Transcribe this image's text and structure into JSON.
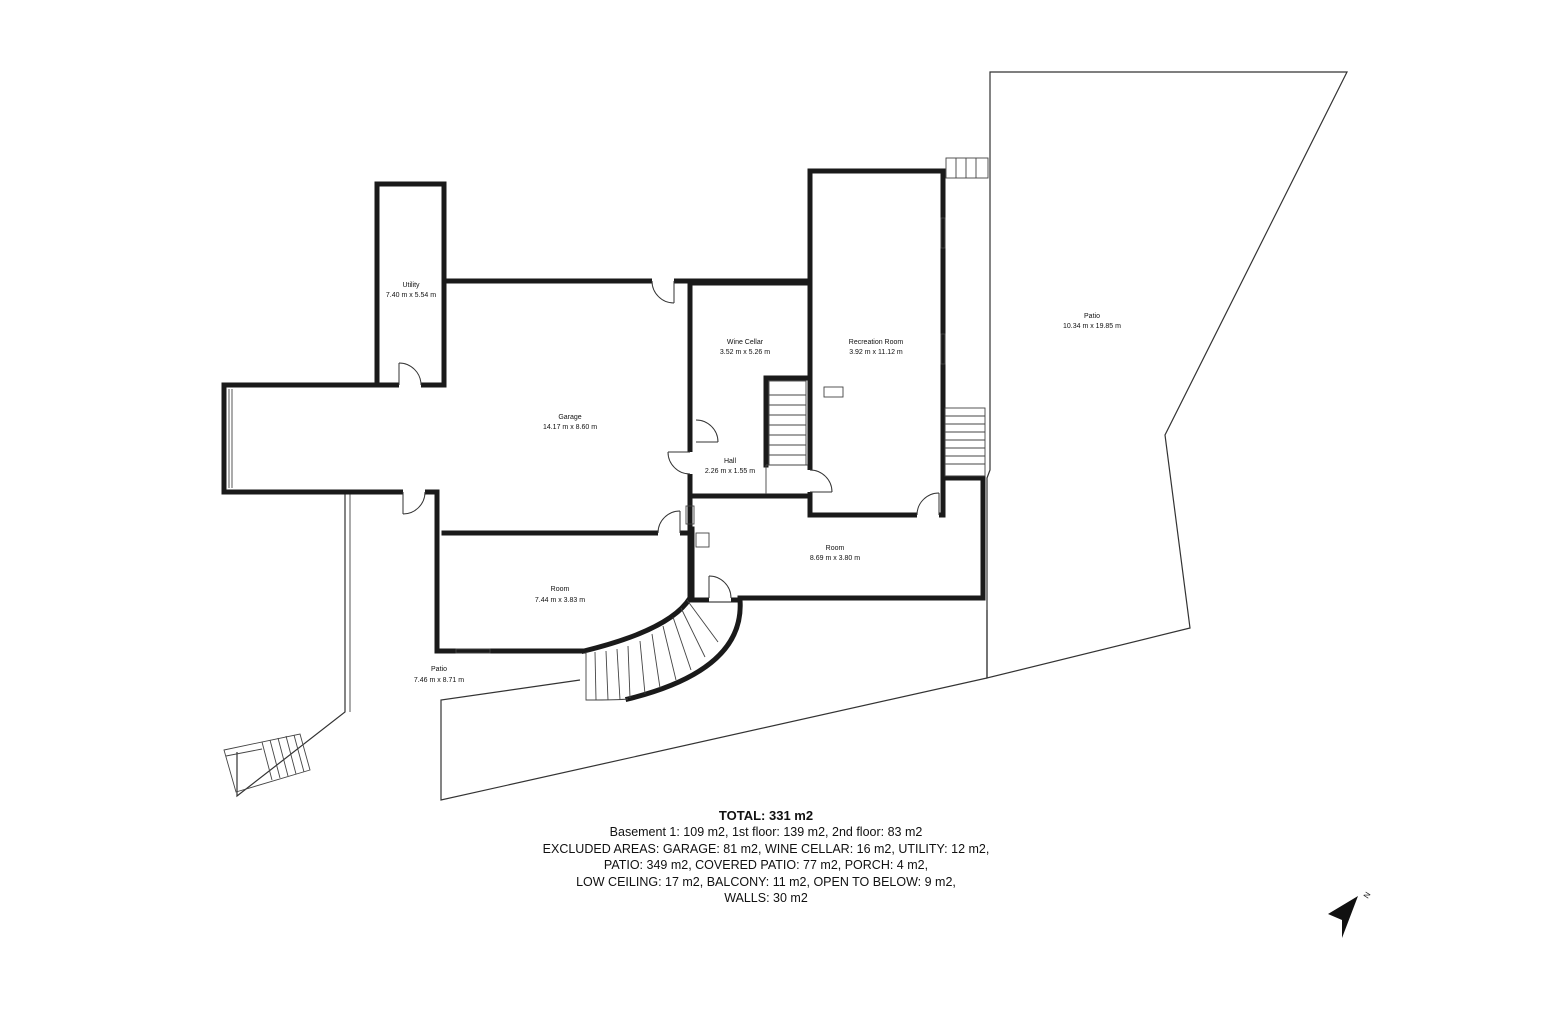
{
  "rooms": {
    "utility": {
      "name": "Utility",
      "dims": "7.40 m x 5.54 m"
    },
    "garage": {
      "name": "Garage",
      "dims": "14.17 m x 8.60 m"
    },
    "wine_cellar": {
      "name": "Wine Cellar",
      "dims": "3.52 m x 5.26 m"
    },
    "recreation_room": {
      "name": "Recreation Room",
      "dims": "3.92 m x 11.12 m"
    },
    "hall": {
      "name": "Hall",
      "dims": "2.26 m x 1.55 m"
    },
    "room_east": {
      "name": "Room",
      "dims": "8.69 m x 3.80 m"
    },
    "room_south": {
      "name": "Room",
      "dims": "7.44 m x 3.83 m"
    },
    "patio_east": {
      "name": "Patio",
      "dims": "10.34 m x 19.85 m"
    },
    "patio_west": {
      "name": "Patio",
      "dims": "7.46 m x 8.71 m"
    }
  },
  "summary": {
    "total": "TOTAL: 331 m2",
    "line1": "Basement 1: 109 m2, 1st floor: 139 m2, 2nd floor: 83 m2",
    "line2": "EXCLUDED AREAS: GARAGE: 81 m2, WINE CELLAR: 16 m2, UTILITY: 12 m2,",
    "line3": "PATIO: 349 m2, COVERED PATIO: 77 m2, PORCH: 4 m2,",
    "line4": "LOW CEILING: 17 m2, BALCONY: 11 m2, OPEN TO BELOW: 9 m2,",
    "line5": "WALLS: 30 m2"
  },
  "compass": {
    "label": "N",
    "icon": "north-arrow-icon"
  }
}
